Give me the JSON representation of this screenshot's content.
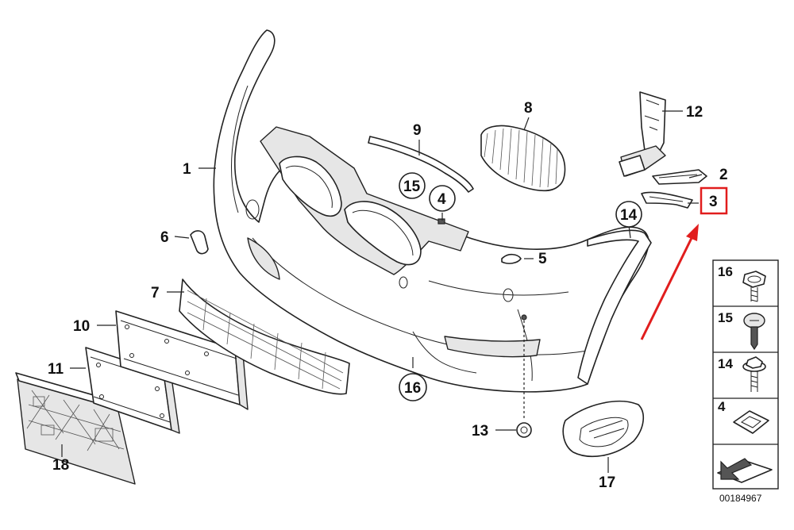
{
  "diagram": {
    "callouts": [
      {
        "id": "c1",
        "label": "1"
      },
      {
        "id": "c2",
        "label": "2"
      },
      {
        "id": "c3",
        "label": "3"
      },
      {
        "id": "c4",
        "label": "4"
      },
      {
        "id": "c5",
        "label": "5"
      },
      {
        "id": "c6",
        "label": "6"
      },
      {
        "id": "c7",
        "label": "7"
      },
      {
        "id": "c8",
        "label": "8"
      },
      {
        "id": "c9",
        "label": "9"
      },
      {
        "id": "c10",
        "label": "10"
      },
      {
        "id": "c11",
        "label": "11"
      },
      {
        "id": "c12",
        "label": "12"
      },
      {
        "id": "c13",
        "label": "13"
      },
      {
        "id": "c14",
        "label": "14"
      },
      {
        "id": "c15",
        "label": "15"
      },
      {
        "id": "c16",
        "label": "16"
      },
      {
        "id": "c17",
        "label": "17"
      },
      {
        "id": "c18",
        "label": "18"
      }
    ],
    "legend": {
      "items": [
        {
          "label": "16",
          "icon": "hex-screw-icon"
        },
        {
          "label": "15",
          "icon": "pan-screw-icon"
        },
        {
          "label": "14",
          "icon": "hex-screw-washer-icon"
        },
        {
          "label": "4",
          "icon": "square-clip-icon"
        }
      ],
      "nav_icon": "arrow-icon"
    },
    "reference_number": "00184967",
    "highlight": {
      "label": "3",
      "color": "#e11d1d"
    },
    "colors": {
      "line": "#222222",
      "shade": "#e6e6e6",
      "accent": "#e11d1d"
    }
  }
}
